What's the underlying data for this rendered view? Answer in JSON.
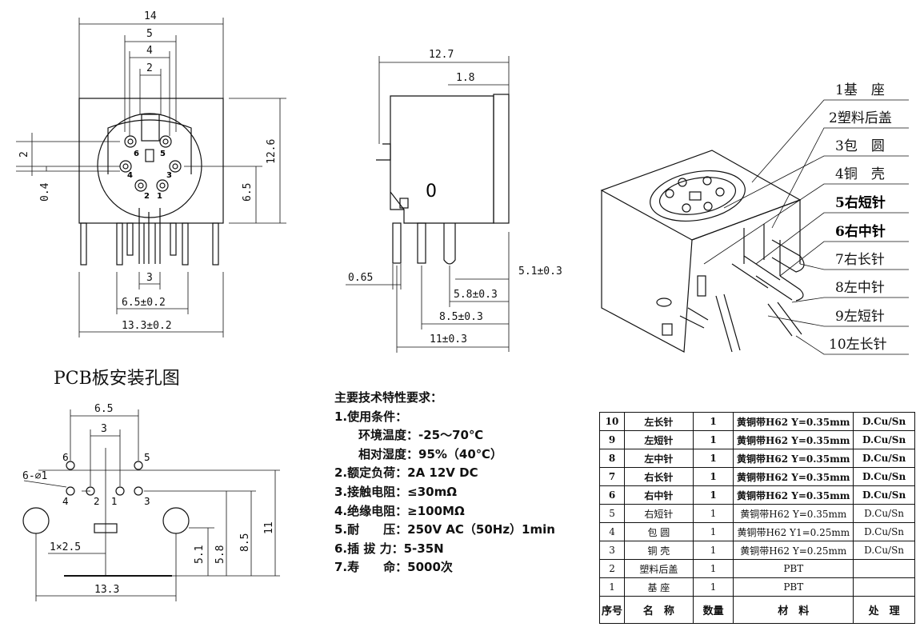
{
  "front_view": {
    "dims": {
      "width_top": "14",
      "d5": "5",
      "d4": "4",
      "d2": "2",
      "height": "12.6",
      "left_2": "2",
      "left_04": "0.4",
      "right_65": "6.5",
      "b3": "3",
      "b65": "6.5±0.2",
      "b133": "13.3±0.2"
    },
    "pin_labels": [
      "6",
      "5",
      "4",
      "3",
      "2",
      "1"
    ]
  },
  "side_view": {
    "dims": {
      "w127": "12.7",
      "d18": "1.8",
      "d065": "0.65",
      "d51": "5.1±0.3",
      "d58": "5.8±0.3",
      "d85": "8.5±0.3",
      "d11": "11±0.3"
    },
    "mark": "0"
  },
  "iso_labels": [
    {
      "text": "1基　座",
      "bold": false
    },
    {
      "text": "2塑料后盖",
      "bold": false
    },
    {
      "text": "3包　圆",
      "bold": false
    },
    {
      "text": "4铜　壳",
      "bold": false
    },
    {
      "text": "5右短针",
      "bold": true
    },
    {
      "text": "6右中针",
      "bold": true
    },
    {
      "text": "7右长针",
      "bold": false
    },
    {
      "text": "8左中针",
      "bold": false
    },
    {
      "text": "9左短针",
      "bold": false
    },
    {
      "text": "10左长针",
      "bold": false
    }
  ],
  "pcb": {
    "title": "PCB板安装孔图",
    "dims": {
      "d65": "6.5",
      "d3": "3",
      "hole": "6-⌀1",
      "slot": "1×2.5",
      "d51": "5.1",
      "d58": "5.8",
      "d85": "8.5",
      "d11": "11",
      "d133": "13.3"
    },
    "hole_labels": [
      "6",
      "5",
      "4",
      "2",
      "1",
      "3"
    ]
  },
  "specs": {
    "heading": "主要技术特性要求：",
    "items": [
      {
        "label": "1.使用条件：",
        "value": ""
      },
      {
        "label": "环境温度：",
        "value": "-25～70℃",
        "indent": true
      },
      {
        "label": "相对湿度：",
        "value": "95%（40℃）",
        "indent": true
      },
      {
        "label": "2.额定负荷：",
        "value": "2A 12V DC"
      },
      {
        "label": "3.接触电阻：",
        "value": "≤30mΩ"
      },
      {
        "label": "4.绝缘电阻：",
        "value": "≥100MΩ"
      },
      {
        "label": "5.耐　　压：",
        "value": "250V AC（50Hz）1min"
      },
      {
        "label": "6.插 拔 力：",
        "value": "5-35N"
      },
      {
        "label": "7.寿　　命：",
        "value": "5000次"
      }
    ]
  },
  "bom": {
    "rows": [
      {
        "no": "10",
        "name": "左长针",
        "qty": "1",
        "material": "黄铜带H62 Y=0.35mm",
        "finish": "D.Cu/Sn",
        "bold": true
      },
      {
        "no": "9",
        "name": "左短针",
        "qty": "1",
        "material": "黄铜带H62 Y=0.35mm",
        "finish": "D.Cu/Sn",
        "bold": true
      },
      {
        "no": "8",
        "name": "左中针",
        "qty": "1",
        "material": "黄铜带H62 Y=0.35mm",
        "finish": "D.Cu/Sn",
        "bold": true
      },
      {
        "no": "7",
        "name": "右长针",
        "qty": "1",
        "material": "黄铜带H62 Y=0.35mm",
        "finish": "D.Cu/Sn",
        "bold": true
      },
      {
        "no": "6",
        "name": "右中针",
        "qty": "1",
        "material": "黄铜带H62 Y=0.35mm",
        "finish": "D.Cu/Sn",
        "bold": true
      },
      {
        "no": "5",
        "name": "右短针",
        "qty": "1",
        "material": "黄铜带H62 Y=0.35mm",
        "finish": "D.Cu/Sn",
        "bold": false
      },
      {
        "no": "4",
        "name": "包 圆",
        "qty": "1",
        "material": "黄铜带H62 Y1=0.25mm",
        "finish": "D.Cu/Sn",
        "bold": false
      },
      {
        "no": "3",
        "name": "铜 壳",
        "qty": "1",
        "material": "黄铜带H62 Y=0.25mm",
        "finish": "D.Cu/Sn",
        "bold": false
      },
      {
        "no": "2",
        "name": "塑料后盖",
        "qty": "1",
        "material": "PBT",
        "finish": "",
        "bold": false
      },
      {
        "no": "1",
        "name": "基 座",
        "qty": "1",
        "material": "PBT",
        "finish": "",
        "bold": false
      }
    ],
    "header": {
      "no": "序号",
      "name": "名　称",
      "qty": "数量",
      "material": "材　料",
      "finish": "处　理"
    }
  }
}
